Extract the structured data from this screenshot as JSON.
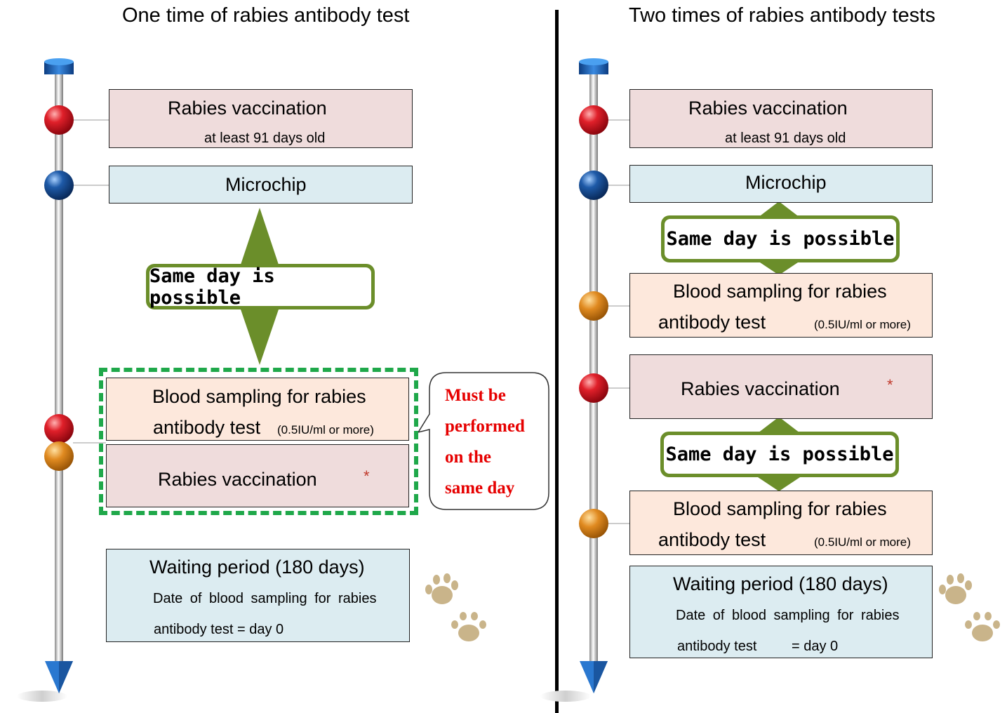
{
  "left": {
    "title": "One time of rabies antibody test",
    "rabies_vaccination": "Rabies vaccination",
    "age_note": "at least 91 days old",
    "microchip": "Microchip",
    "same_day": "Same day is possible",
    "blood_line1": "Blood sampling for rabies",
    "blood_line2": "antibody test",
    "blood_unit": "(0.5IU/ml or more)",
    "rabies_vaccination_2": "Rabies vaccination",
    "asterisk": "*",
    "callout": [
      "Must be",
      "performed",
      "on the",
      "same day"
    ],
    "waiting_title": "Waiting period (180 days)",
    "waiting_line1": "Date of blood sampling for rabies",
    "waiting_line2": "antibody test = day 0"
  },
  "right": {
    "title": "Two times of rabies antibody tests",
    "rabies_vaccination": "Rabies vaccination",
    "age_note": "at least 91 days old",
    "microchip": "Microchip",
    "same_day_1": "Same day is possible",
    "blood1_line1": "Blood sampling for rabies",
    "blood1_line2": "antibody test",
    "blood1_unit": "(0.5IU/ml or more)",
    "rabies_vaccination_2": "Rabies vaccination",
    "asterisk": "*",
    "same_day_2": "Same day is possible",
    "blood2_line1": "Blood sampling for rabies",
    "blood2_line2": "antibody test",
    "blood2_unit": "(0.5IU/ml or more)",
    "waiting_title": "Waiting period (180 days)",
    "waiting_line1": "Date of blood sampling for rabies",
    "waiting_line2a": "antibody test",
    "waiting_line2b": "= day 0"
  },
  "colors": {
    "green_arrow": "#6b8e2a",
    "dash_green": "#1fa84a",
    "callout_red": "#e60000",
    "paw": "#c9b48a",
    "ball_red": "#e0202a",
    "ball_blue": "#1e5aa8",
    "ball_orange": "#e08a20",
    "cap_blue": "#1e64b4"
  }
}
